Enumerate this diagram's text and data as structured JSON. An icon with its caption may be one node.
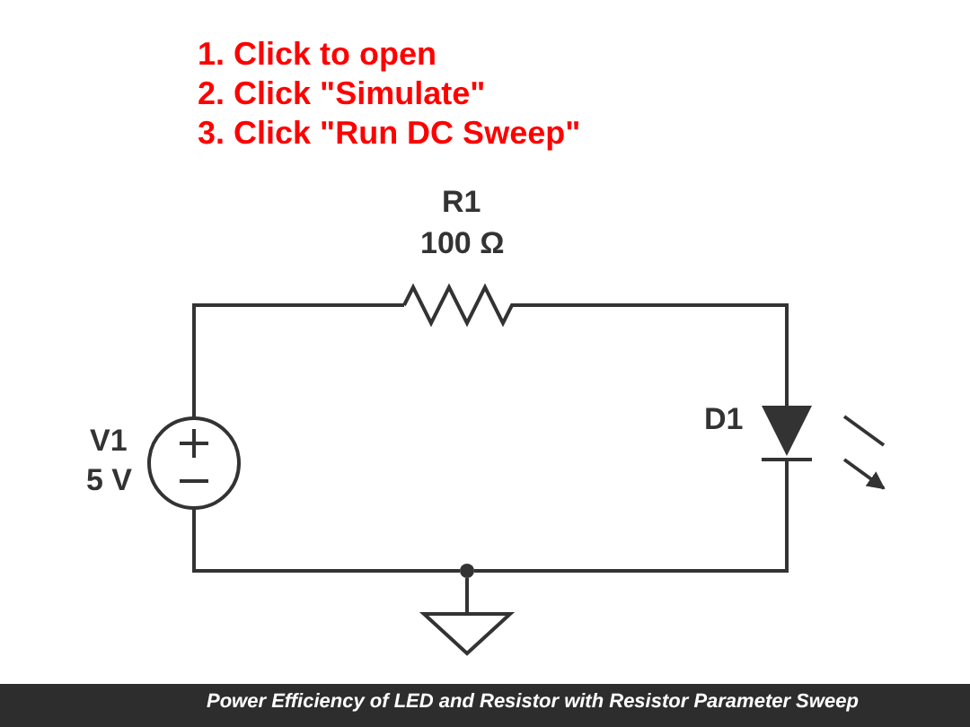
{
  "diagram": {
    "title": "Power Efficiency of LED and Resistor with Resistor Parameter Sweep",
    "nodes": [
      {
        "text": [
          "V1",
          "5 V"
        ]
      },
      {
        "text": [
          "R1",
          "100 Ω"
        ]
      },
      {
        "text": [
          "D1"
        ]
      },
      {
        "text": [],
        "shape": "circle"
      },
      {
        "text": [],
        "shape": "ground"
      }
    ],
    "edges": [
      {
        "from": 0,
        "to": 1,
        "arrow": "none"
      },
      {
        "from": 1,
        "to": 2,
        "arrow": "none"
      },
      {
        "from": 2,
        "to": 3,
        "arrow": "none"
      },
      {
        "from": 3,
        "to": 0,
        "arrow": "none"
      },
      {
        "from": 3,
        "to": 4,
        "arrow": "none"
      }
    ],
    "labels": [
      "1. Click to open",
      "2. Click \"Simulate\"",
      "3. Click \"Run DC Sweep\""
    ]
  }
}
